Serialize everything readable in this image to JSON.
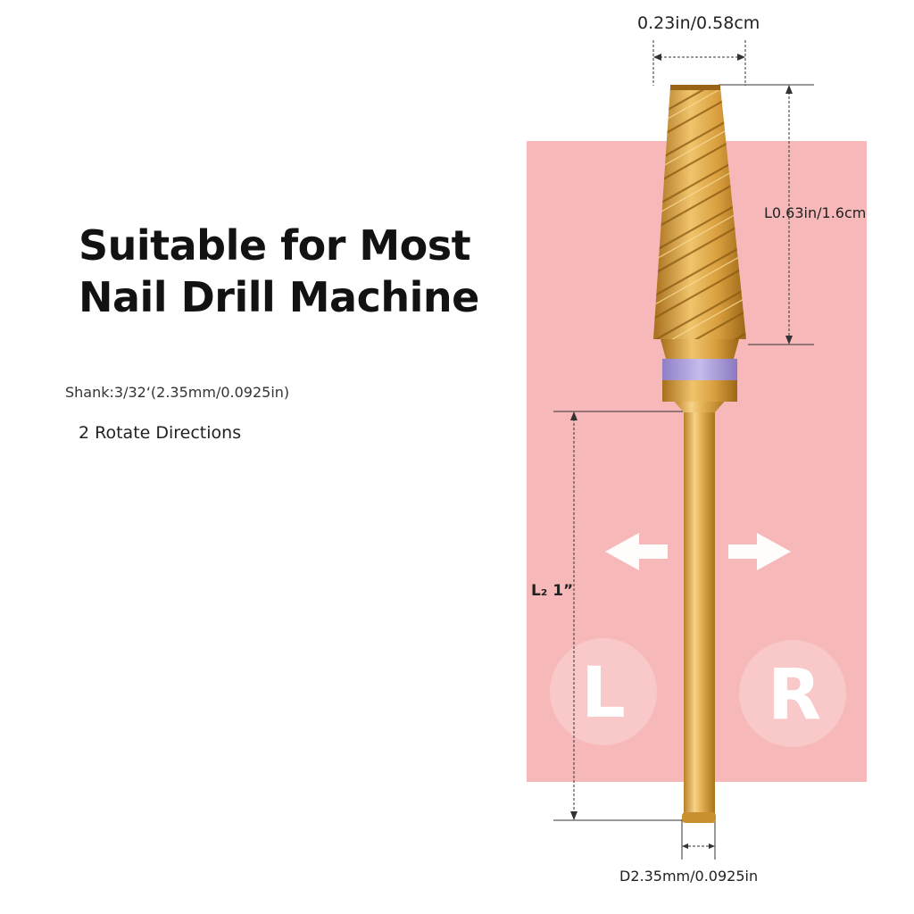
{
  "headline": {
    "line1": "Suitable for Most",
    "line2": "Nail Drill Machine"
  },
  "specs": {
    "shank": "Shank:3/32‘(2.35mm/0.0925in)",
    "rotate": "2 Rotate Directions"
  },
  "dimensions": {
    "top_width": "0.23in/0.58cm",
    "head_length": "L0.63in/1.6cm",
    "shank_length": "L₂ 1”",
    "diameter": "D2.35mm/0.0925in"
  },
  "badges": {
    "left": "L",
    "right": "R"
  },
  "icons": {
    "left_arrow": "arrow-left-icon",
    "right_arrow": "arrow-right-icon"
  },
  "colors": {
    "panel": "#f7b8b9",
    "gold": "#e2b050",
    "gold_dark": "#b07a20",
    "band": "#a99ad8"
  }
}
